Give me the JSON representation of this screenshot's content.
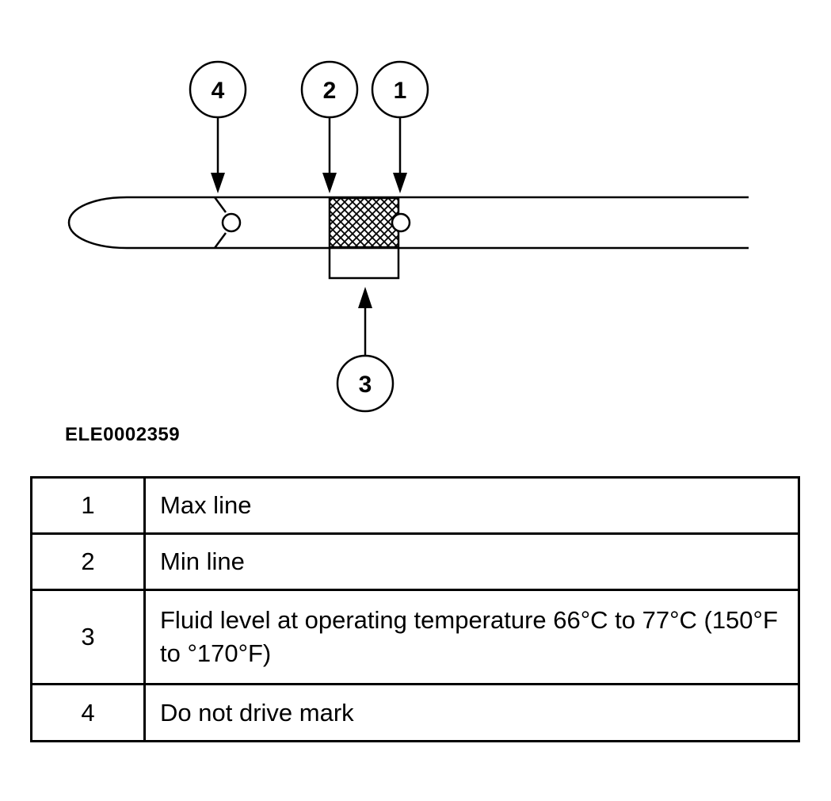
{
  "diagram": {
    "callouts": [
      {
        "id": "4",
        "label": "4"
      },
      {
        "id": "2",
        "label": "2"
      },
      {
        "id": "1",
        "label": "1"
      },
      {
        "id": "3",
        "label": "3"
      }
    ]
  },
  "figure_id": "ELE0002359",
  "legend": [
    {
      "num": "1",
      "text": "Max line"
    },
    {
      "num": "2",
      "text": "Min line"
    },
    {
      "num": "3",
      "text": "Fluid level at operating temperature 66°C to 77°C (150°F to °170°F)"
    },
    {
      "num": "4",
      "text": "Do not drive mark"
    }
  ]
}
